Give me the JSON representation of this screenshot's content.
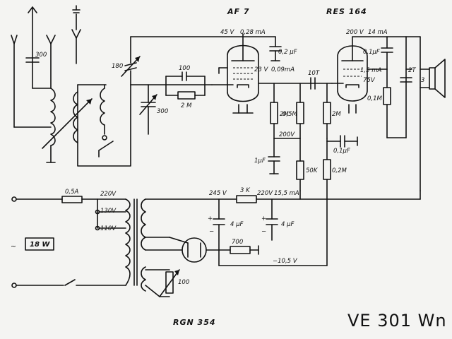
{
  "tubes": {
    "af7": "AF 7",
    "res164": "RES 164",
    "rgn354": "RGN 354"
  },
  "model": "VE 301 Wn",
  "power": "18 W",
  "values": {
    "c300_antenna": "300",
    "c180": "180",
    "c100": "100",
    "r2m_grid": "2 M",
    "c300_tune": "300",
    "v45": "45 V",
    "i028": "0,28 mA",
    "c02uf": "0,2 µF",
    "v23": "23 V",
    "i009": "0,09mA",
    "c10t": "10T",
    "r2m_plate": "2M",
    "r05m": "0,5M",
    "r2m_right": "2M",
    "v200_mid": "200V",
    "c1uf": "1µF",
    "r50k": "50K",
    "c01uf_mid": "0,1µF",
    "r02m": "0,2M",
    "v200_top": "200 V",
    "i14": "14 mA",
    "c01uf_top": "0,1µF",
    "i15": "1,5 mA",
    "v75": "75V",
    "r01m": "0,1M",
    "c2t": "2T",
    "fuse": "0,5A",
    "tap220": "220V",
    "tap130": "130V",
    "tap110": "110V",
    "v245": "245 V",
    "r3k": "3 K",
    "v220": "220V",
    "i155": "15,5 mA",
    "c4uf_l": "4 µF",
    "c4uf_r": "4 µF",
    "r700": "700",
    "v105": "−10,5 V",
    "r100": "100",
    "tilde": "~"
  }
}
